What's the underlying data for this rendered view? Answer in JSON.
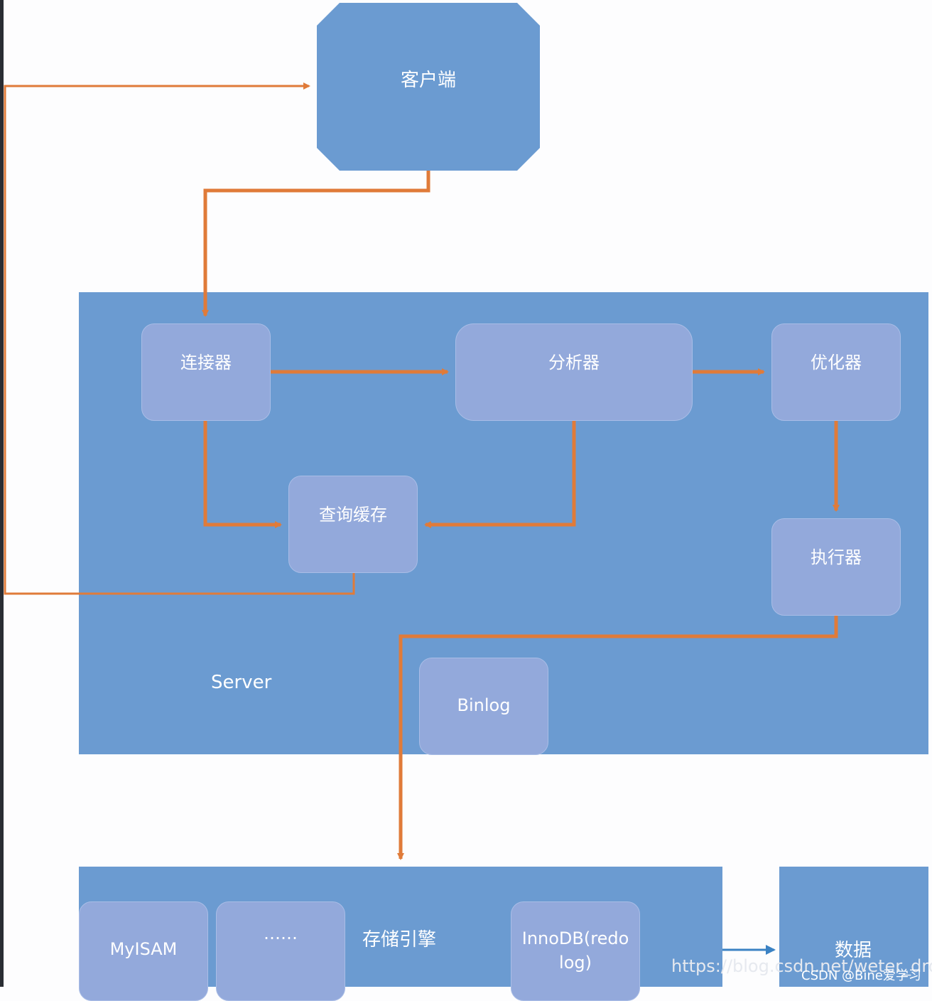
{
  "nodes": {
    "client": "客户端",
    "connector": "连接器",
    "analyzer": "分析器",
    "optimizer": "优化器",
    "query_cache": "查询缓存",
    "executor": "执行器",
    "binlog": "Binlog",
    "server": "Server",
    "storage_engine": "存储引擎",
    "myisam": "MyISAM",
    "ellipsis": "……",
    "innodb": "InnoDB(redo log)",
    "data": "数据"
  },
  "watermark": {
    "url": "https://blog.csdn.net/weter_drop",
    "csdn": "CSDN @Bine爱学习"
  },
  "colors": {
    "panel": "#6b9bd1",
    "box": "#93a9db",
    "arrow": "#e07b39",
    "data_arrow": "#3b82c4"
  }
}
